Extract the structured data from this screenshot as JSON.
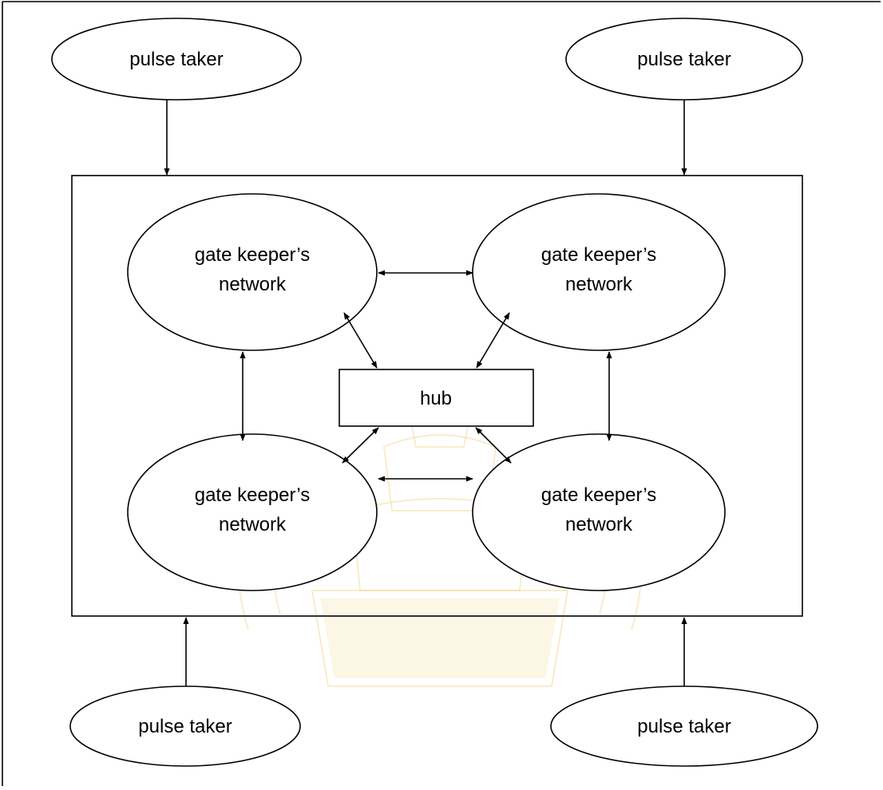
{
  "diagram": {
    "nodes": {
      "pulse_taker_top_left": "pulse taker",
      "pulse_taker_top_right": "pulse taker",
      "pulse_taker_bottom_left": "pulse taker",
      "pulse_taker_bottom_right": "pulse taker",
      "gatekeeper_top_left": [
        "gate keeper’s",
        "network"
      ],
      "gatekeeper_top_right": [
        "gate keeper’s",
        "network"
      ],
      "gatekeeper_bottom_left": [
        "gate keeper’s",
        "network"
      ],
      "gatekeeper_bottom_right": [
        "gate keeper’s",
        "network"
      ],
      "hub": "hub"
    },
    "edges": [
      {
        "from": "pulse_taker_top_left",
        "to": "system_box",
        "direction": "forward"
      },
      {
        "from": "pulse_taker_top_right",
        "to": "system_box",
        "direction": "forward"
      },
      {
        "from": "pulse_taker_bottom_left",
        "to": "system_box",
        "direction": "forward"
      },
      {
        "from": "pulse_taker_bottom_right",
        "to": "system_box",
        "direction": "forward"
      },
      {
        "from": "gatekeeper_top_left",
        "to": "gatekeeper_top_right",
        "direction": "both"
      },
      {
        "from": "gatekeeper_bottom_left",
        "to": "gatekeeper_bottom_right",
        "direction": "both"
      },
      {
        "from": "gatekeeper_top_left",
        "to": "gatekeeper_bottom_left",
        "direction": "both"
      },
      {
        "from": "gatekeeper_top_right",
        "to": "gatekeeper_bottom_right",
        "direction": "both"
      },
      {
        "from": "gatekeeper_top_left",
        "to": "hub",
        "direction": "both"
      },
      {
        "from": "gatekeeper_top_right",
        "to": "hub",
        "direction": "both"
      },
      {
        "from": "gatekeeper_bottom_left",
        "to": "hub",
        "direction": "both"
      },
      {
        "from": "gatekeeper_bottom_right",
        "to": "hub",
        "direction": "both"
      }
    ]
  },
  "colors": {
    "stroke": "#000000",
    "background": "#ffffff",
    "watermark": "#f2dca0"
  }
}
